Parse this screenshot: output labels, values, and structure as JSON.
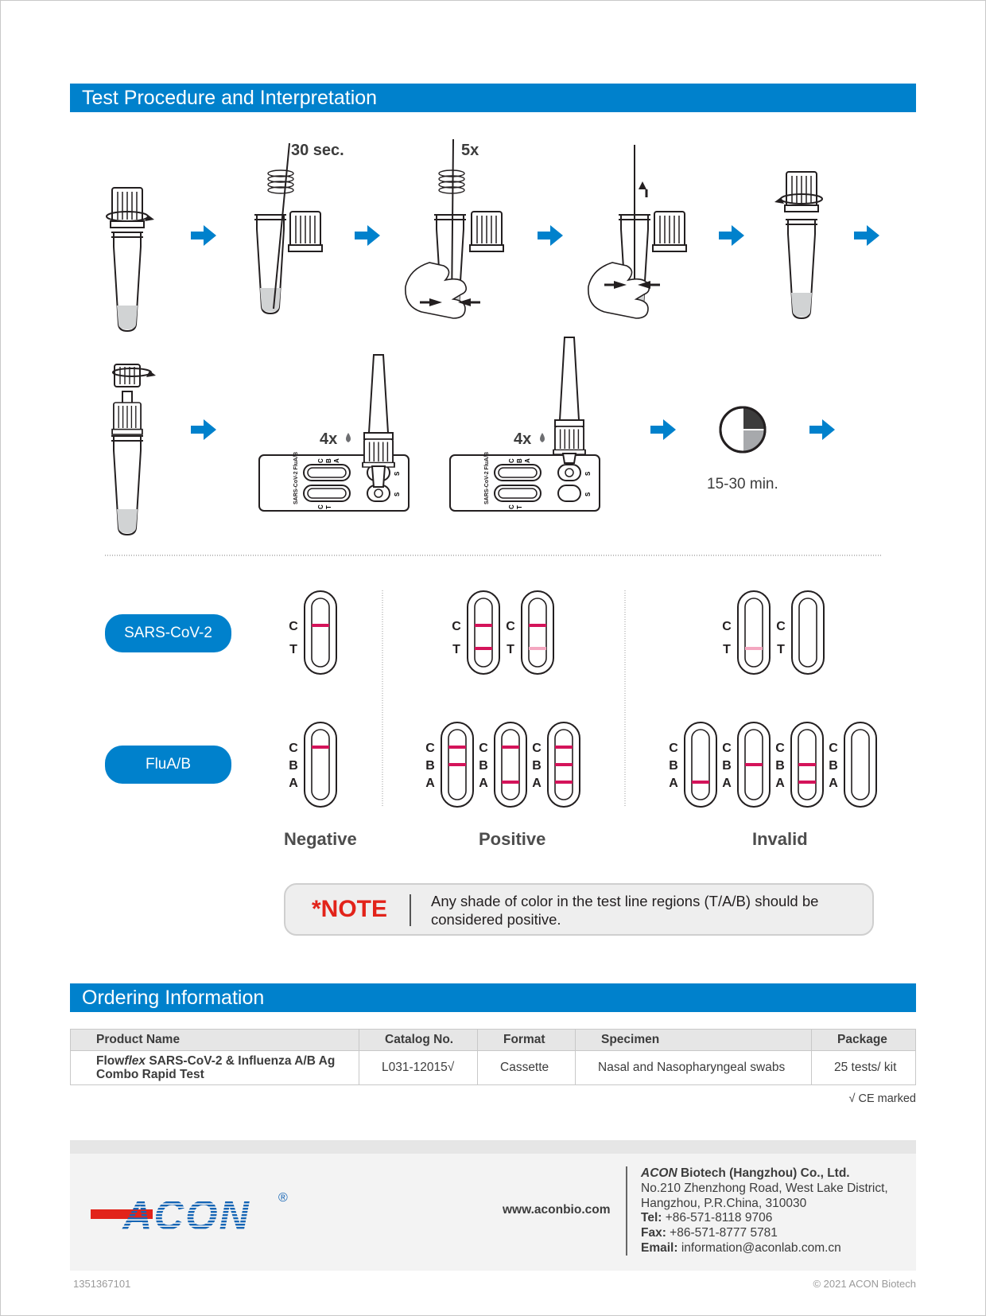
{
  "procedure": {
    "title": "Test Procedure and Interpretation",
    "step_time_label": "30 sec.",
    "step_squeeze_label": "5x",
    "drops_label_1": "4x",
    "drops_label_2": "4x",
    "wait_label": "15-30 min.",
    "cassette_brand_text": "SARS-CoV-2  FluA/B",
    "cassette_c": "C",
    "cassette_t": "T",
    "cassette_b": "B",
    "cassette_a": "A",
    "cassette_s": "S"
  },
  "interpretation": {
    "rows": [
      "SARS-CoV-2",
      "FluA/B"
    ],
    "columns": [
      "Negative",
      "Positive",
      "Invalid"
    ],
    "line_labels": {
      "c": "C",
      "t": "T",
      "b": "B",
      "a": "A"
    }
  },
  "note": {
    "title": "*NOTE",
    "text": "Any shade of color in the test line regions (T/A/B) should be considered positive."
  },
  "ordering": {
    "title": "Ordering Information",
    "headers": [
      "Product Name",
      "Catalog No.",
      "Format",
      "Specimen",
      "Package"
    ],
    "row": {
      "product_prefix": "Flow",
      "product_italic": "flex",
      "product_rest_line1": " SARS-CoV-2 & Influenza A/B Ag",
      "product_line2": "Combo Rapid Test",
      "catalog": "L031-12015√",
      "format": "Cassette",
      "specimen": "Nasal and Nasopharyngeal swabs",
      "package": "25 tests/ kit"
    },
    "ce_note": "√ CE marked"
  },
  "footer": {
    "logo_text": "ACON",
    "logo_reg": "®",
    "website": "www.aconbio.com",
    "company_italic": "ACON",
    "company_rest": " Biotech (Hangzhou) Co., Ltd.",
    "address1": "No.210 Zhenzhong Road, West Lake District,",
    "address2": "Hangzhou, P.R.China, 310030",
    "tel_label": "Tel:",
    "tel": " +86-571-8118 9706",
    "fax_label": "Fax:",
    "fax": " +86-571-8777 5781",
    "email_label": "Email:",
    "email": " information@aconlab.com.cn",
    "doc_id": "1351367101",
    "copyright": "© 2021 ACON Biotech"
  },
  "colors": {
    "brand_blue": "#0081cc",
    "line_red": "#d4145a",
    "line_faint": "#f4a7c0",
    "note_red": "#e2231a"
  }
}
